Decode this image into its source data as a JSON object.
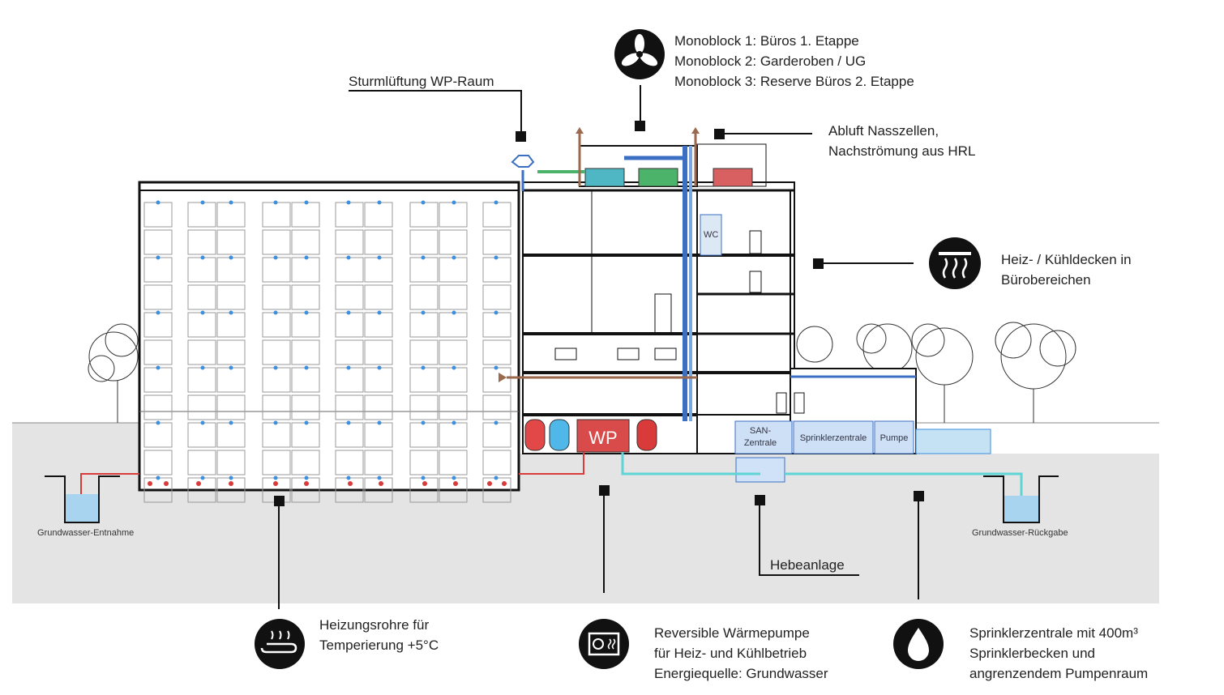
{
  "labels": {
    "storm_vent": "Sturmlüftung WP-Raum",
    "monoblocks": [
      "Monoblock 1: Büros 1. Etappe",
      "Monoblock 2: Garderoben / UG",
      "Monoblock 3: Reserve Büros 2. Etappe"
    ],
    "exhaust": [
      "Abluft Nasszellen,",
      "Nachströmung aus HRL"
    ],
    "ceilings": [
      "Heiz- / Kühldecken in",
      "Bürobereichen"
    ],
    "heating_pipes": [
      "Heizungsrohre für",
      "Temperierung +5°C"
    ],
    "heat_pump": [
      "Reversible Wärmepumpe",
      "für Heiz- und Kühlbetrieb",
      "Energiequelle: Grundwasser"
    ],
    "sprinkler": [
      "Sprinklerzentrale mit 400m³",
      "Sprinklerbecken und",
      "angrenzendem Pumpenraum"
    ],
    "lift_station": "Hebeanlage",
    "gw_intake": "Grundwasser-Entnahme",
    "gw_return": "Grundwasser-Rückgabe",
    "wp": "WP",
    "san_zentrale": [
      "SAN-",
      "Zentrale"
    ],
    "sprinklerzentrale_room": "Sprinklerzentrale",
    "pumpe_room": "Pumpe",
    "wc": "WC"
  },
  "icons": {
    "fan": "fan-icon",
    "ceiling": "radiant-ceiling-icon",
    "heating": "floor-heating-icon",
    "heatpump": "heat-pump-icon",
    "water": "water-drop-icon"
  },
  "colors": {
    "ground": "#e3e3e3",
    "supply_air": "#3b6fc4",
    "exhaust_air": "#9b6a4e",
    "groundwater": "#5fd4d6",
    "heating": "#d93a3a",
    "sprinkler": "#3b8fe0"
  }
}
